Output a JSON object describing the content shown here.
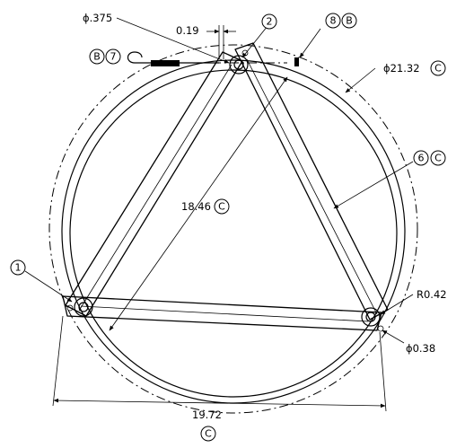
{
  "dimensions": {
    "hole_dia": "ϕ.375",
    "gap": "0.19",
    "outer_dia": "ϕ21.32",
    "inner_dim": "18.46",
    "radius": "R0.42",
    "small_hole": "ϕ0.38",
    "width": "19.72"
  },
  "balloons": {
    "b1": "1",
    "b2": "2",
    "b6": "6",
    "b7": "7",
    "b8": "8",
    "bB_left": "B",
    "bB_right": "B",
    "bC_outer": "C",
    "bC_6": "C",
    "bC_inner": "C",
    "bC_width": "C"
  }
}
